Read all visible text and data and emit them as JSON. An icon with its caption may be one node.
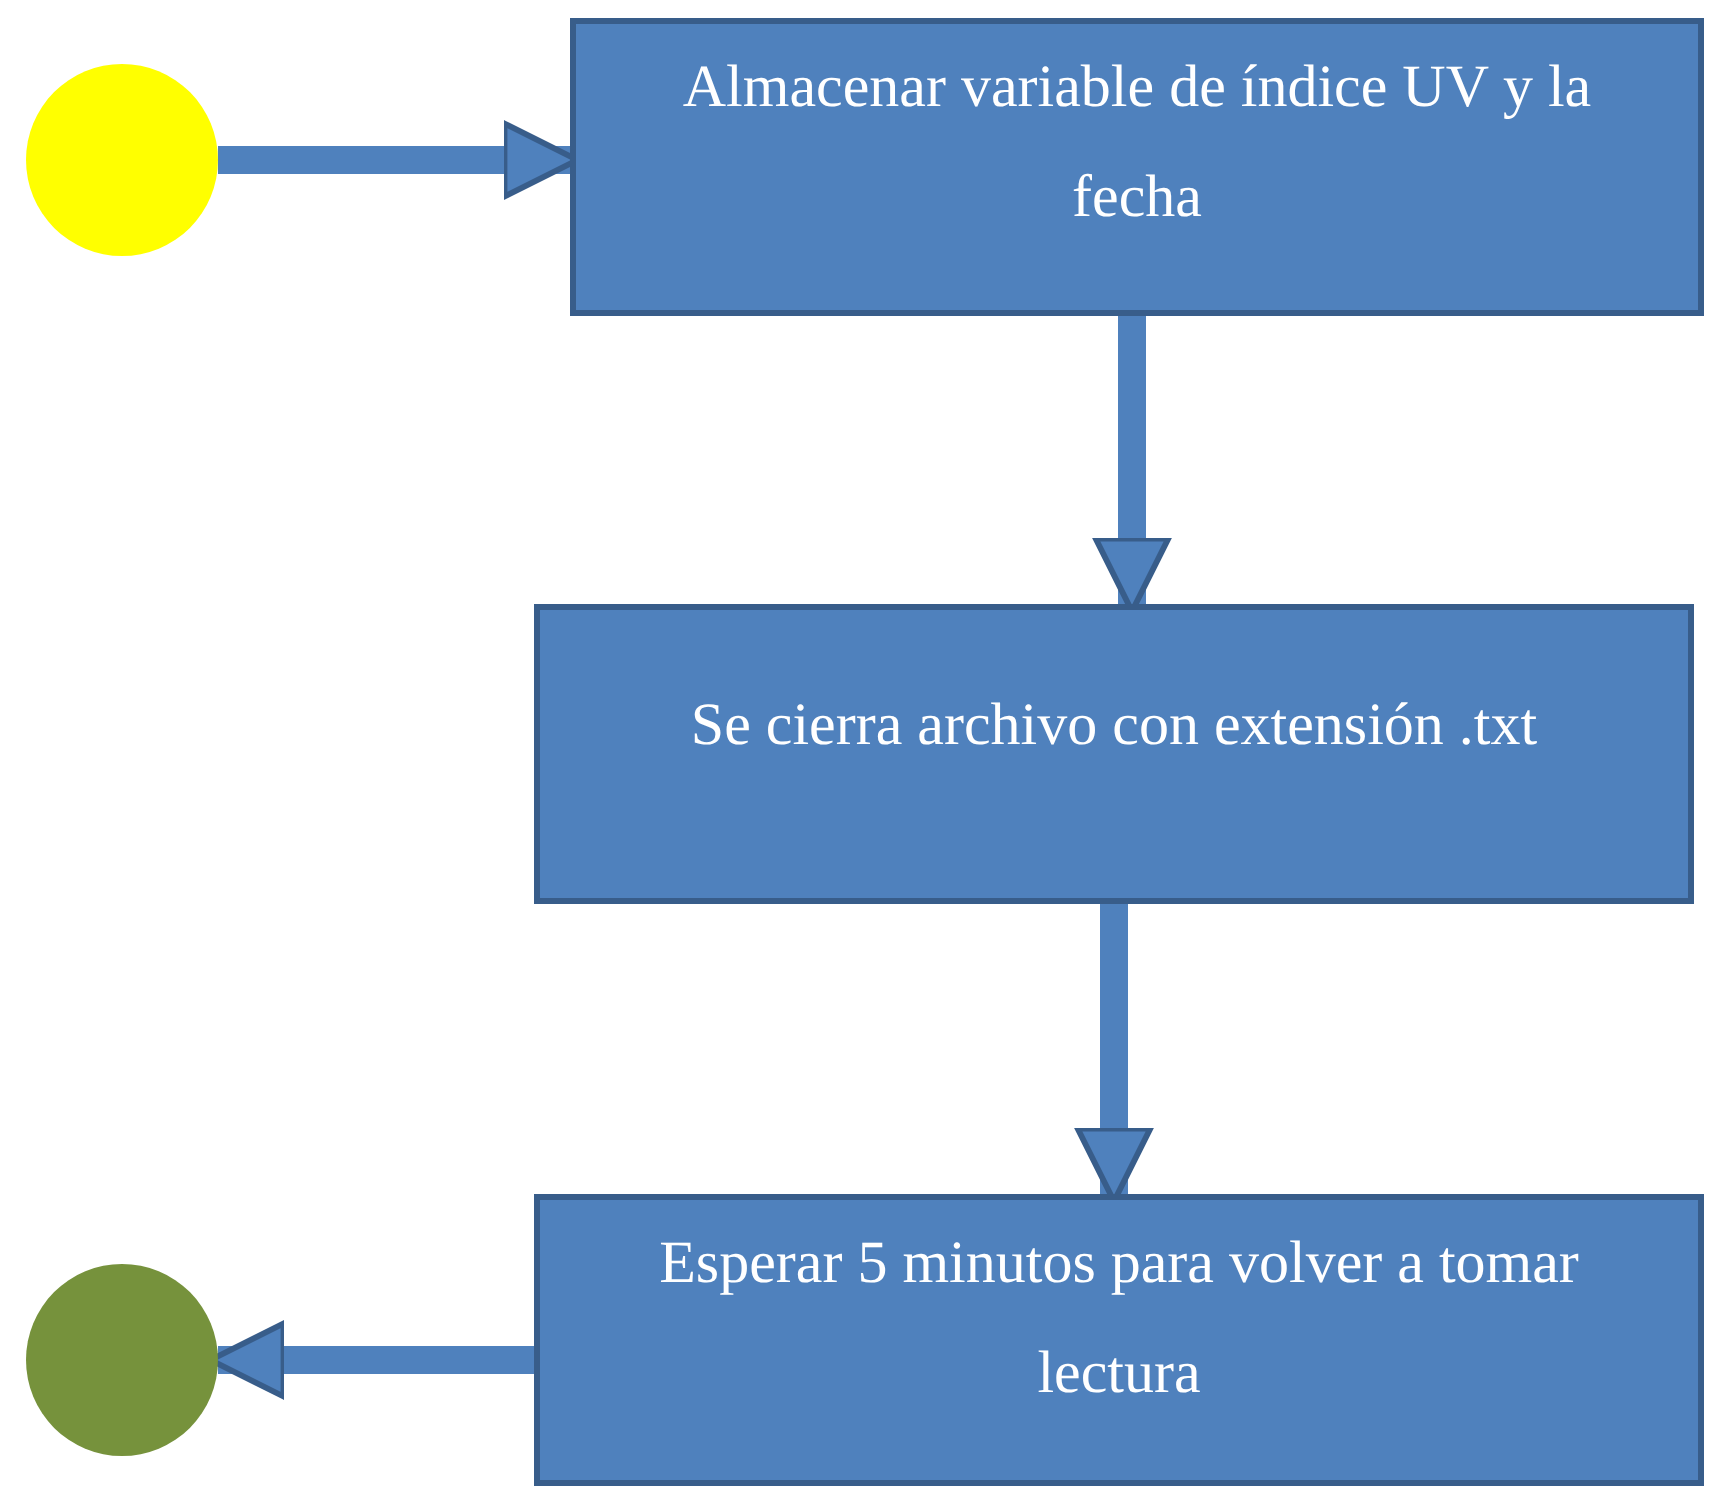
{
  "diagram": {
    "nodes": [
      {
        "text": [],
        "shape": "circle"
      },
      {
        "text": [
          "Almacenar variable de índice UV y la fecha"
        ]
      },
      {
        "text": [
          "Se cierra archivo con extensión .txt"
        ]
      },
      {
        "text": [
          "Esperar 5 minutos para volver a tomar lectura"
        ]
      },
      {
        "text": [],
        "shape": "circle"
      }
    ],
    "edges": [
      {
        "from": 0,
        "to": 1,
        "arrow": "to"
      },
      {
        "from": 1,
        "to": 2,
        "arrow": "to"
      },
      {
        "from": 2,
        "to": 3,
        "arrow": "to"
      },
      {
        "from": 3,
        "to": 4,
        "arrow": "to"
      }
    ]
  }
}
